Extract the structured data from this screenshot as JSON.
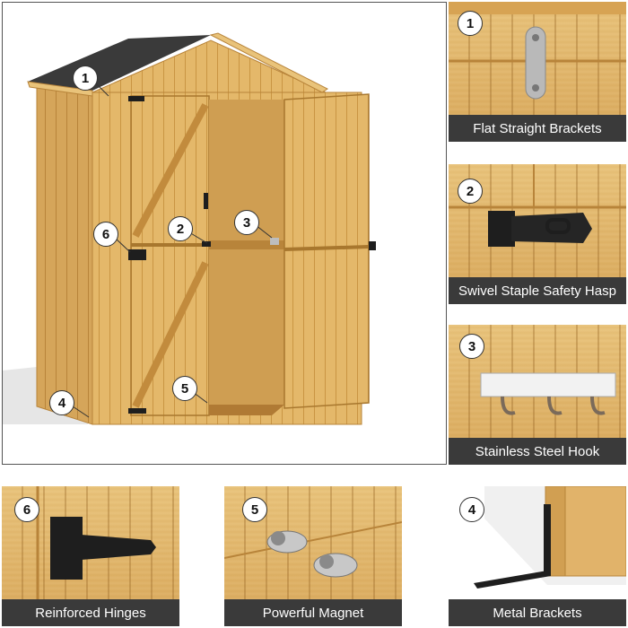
{
  "main": {
    "badges": [
      "1",
      "2",
      "3",
      "4",
      "5",
      "6"
    ]
  },
  "panels": [
    {
      "number": "1",
      "caption": "Flat Straight Brackets"
    },
    {
      "number": "2",
      "caption": "Swivel Staple Safety Hasp"
    },
    {
      "number": "3",
      "caption": "Stainless Steel Hook"
    },
    {
      "number": "6",
      "caption": "Reinforced Hinges"
    },
    {
      "number": "5",
      "caption": "Powerful Magnet"
    },
    {
      "number": "4",
      "caption": "Metal Brackets"
    }
  ],
  "colors": {
    "wood": "#e3b86a",
    "caption_bg": "#3a3a3a",
    "roof": "#333333",
    "hardware": "#1e1e1e"
  }
}
